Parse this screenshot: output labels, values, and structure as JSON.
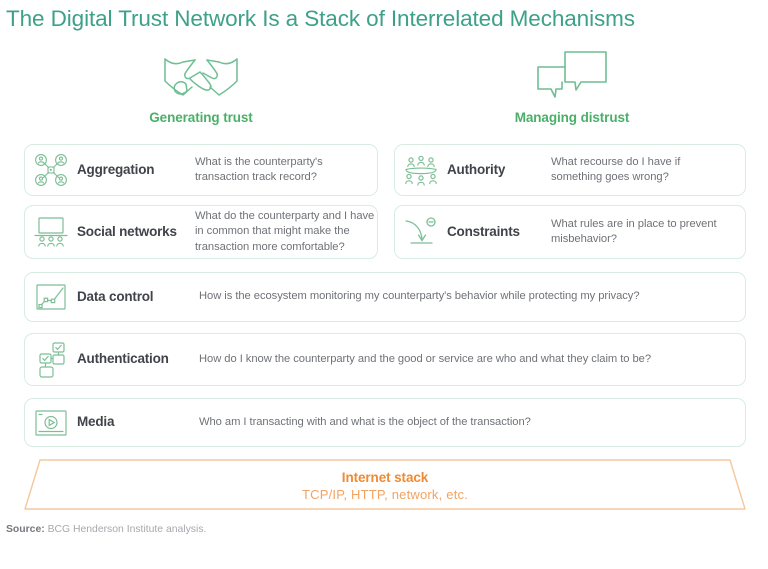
{
  "title": "The Digital Trust Network Is a Stack of Interrelated Mechanisms",
  "colors": {
    "title_green": "#3DA189",
    "label_green": "#4CAF69",
    "card_border": "#D8ECE2",
    "icon_green": "#7DBE96",
    "body_gray": "#6F7277",
    "heading_gray": "#404349",
    "orange": "#EF8B33",
    "orange_light": "#F2A462"
  },
  "columns": [
    {
      "label": "Generating trust",
      "icon": "handshake-icon"
    },
    {
      "label": "Managing distrust",
      "icon": "speech-bubbles-icon"
    }
  ],
  "cards": [
    {
      "id": "aggregation",
      "title": "Aggregation",
      "desc": "What is the counterparty's transaction track record?",
      "icon": "network-nodes-icon",
      "column": "left"
    },
    {
      "id": "social-networks",
      "title": "Social networks",
      "desc": "What do the counterparty and I have in common that might make the transaction more comfortable?",
      "icon": "screen-with-people-icon",
      "column": "left"
    },
    {
      "id": "authority",
      "title": "Authority",
      "desc": "What recourse do I have if something goes wrong?",
      "icon": "people-around-table-icon",
      "column": "right"
    },
    {
      "id": "constraints",
      "title": "Constraints",
      "desc": "What rules are in place to prevent misbehavior?",
      "icon": "curved-arrow-barrier-icon",
      "column": "right"
    },
    {
      "id": "data-control",
      "title": "Data control",
      "desc": "How is the ecosystem monitoring my counterparty's behavior while protecting my privacy?",
      "icon": "line-chart-frame-icon",
      "column": "full"
    },
    {
      "id": "authentication",
      "title": "Authentication",
      "desc": "How do I know the counterparty and the good or service are who and what they claim to be?",
      "icon": "checked-boxes-tree-icon",
      "column": "full"
    },
    {
      "id": "media",
      "title": "Media",
      "desc": "Who am I transacting with and what is the object of the transaction?",
      "icon": "video-play-icon",
      "column": "full"
    }
  ],
  "internet_stack": {
    "title": "Internet stack",
    "subtitle": "TCP/IP,  HTTP,  network, etc."
  },
  "source": {
    "label": "Source:",
    "text": " BCG Henderson Institute analysis."
  }
}
